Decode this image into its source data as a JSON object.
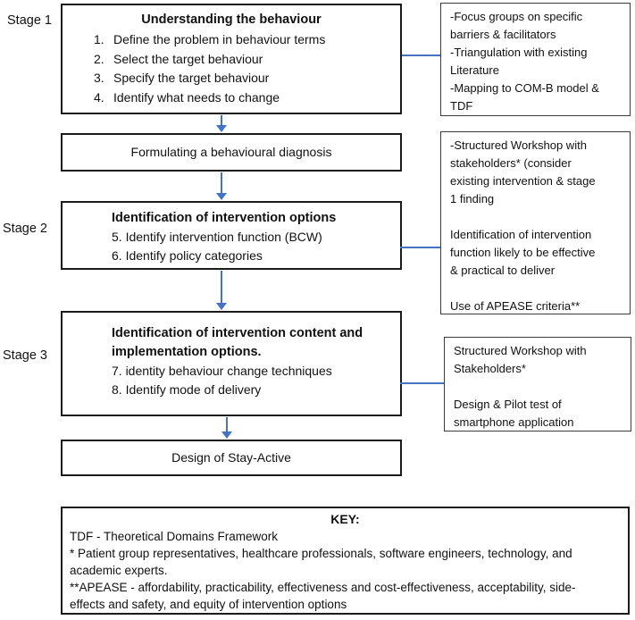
{
  "diagram": {
    "stages": [
      {
        "label": "Stage 1"
      },
      {
        "label": "Stage 2"
      },
      {
        "label": "Stage 3"
      }
    ],
    "flow": {
      "box1": {
        "title": "Understanding the behaviour",
        "items": [
          {
            "num": "1.",
            "text": "Define the problem in behaviour terms"
          },
          {
            "num": "2.",
            "text": "Select the target behaviour"
          },
          {
            "num": "3.",
            "text": "Specify the target behaviour"
          },
          {
            "num": "4.",
            "text": "Identify what needs to change"
          }
        ]
      },
      "box2": {
        "title": "Formulating a behavioural diagnosis"
      },
      "box3": {
        "title": "Identification of intervention options",
        "items": [
          "5. Identify intervention function (BCW)",
          "6. Identify policy categories"
        ]
      },
      "box4": {
        "title": "Identification of intervention content and\nimplementation options.",
        "items": [
          "7. identity behaviour change techniques",
          "8. Identify mode of delivery"
        ]
      },
      "box5": {
        "title": "Design of Stay-Active"
      }
    },
    "side_notes": [
      {
        "text": "-Focus groups on specific\nbarriers & facilitators\n-Triangulation with existing\nLiterature\n-Mapping to COM-B model &\nTDF"
      },
      {
        "text": "-Structured Workshop with\nstakeholders* (consider\nexisting intervention & stage\n1 finding\n\nIdentification of intervention\nfunction likely to be effective\n& practical to deliver\n\nUse of APEASE criteria**"
      },
      {
        "text": "Structured Workshop with\nStakeholders*\n\nDesign & Pilot test of\nsmartphone application"
      }
    ],
    "key": {
      "title": "KEY:",
      "body": "TDF - Theoretical Domains Framework\n* Patient group representatives, healthcare professionals, software engineers, technology, and\nacademic experts.\n**APEASE - affordability, practicability, effectiveness and cost-effectiveness, acceptability, side-\neffects and safety, and equity of intervention options"
    },
    "colors": {
      "arrow_blue": "#4472C4",
      "box_border": "#1b1b1b"
    }
  }
}
